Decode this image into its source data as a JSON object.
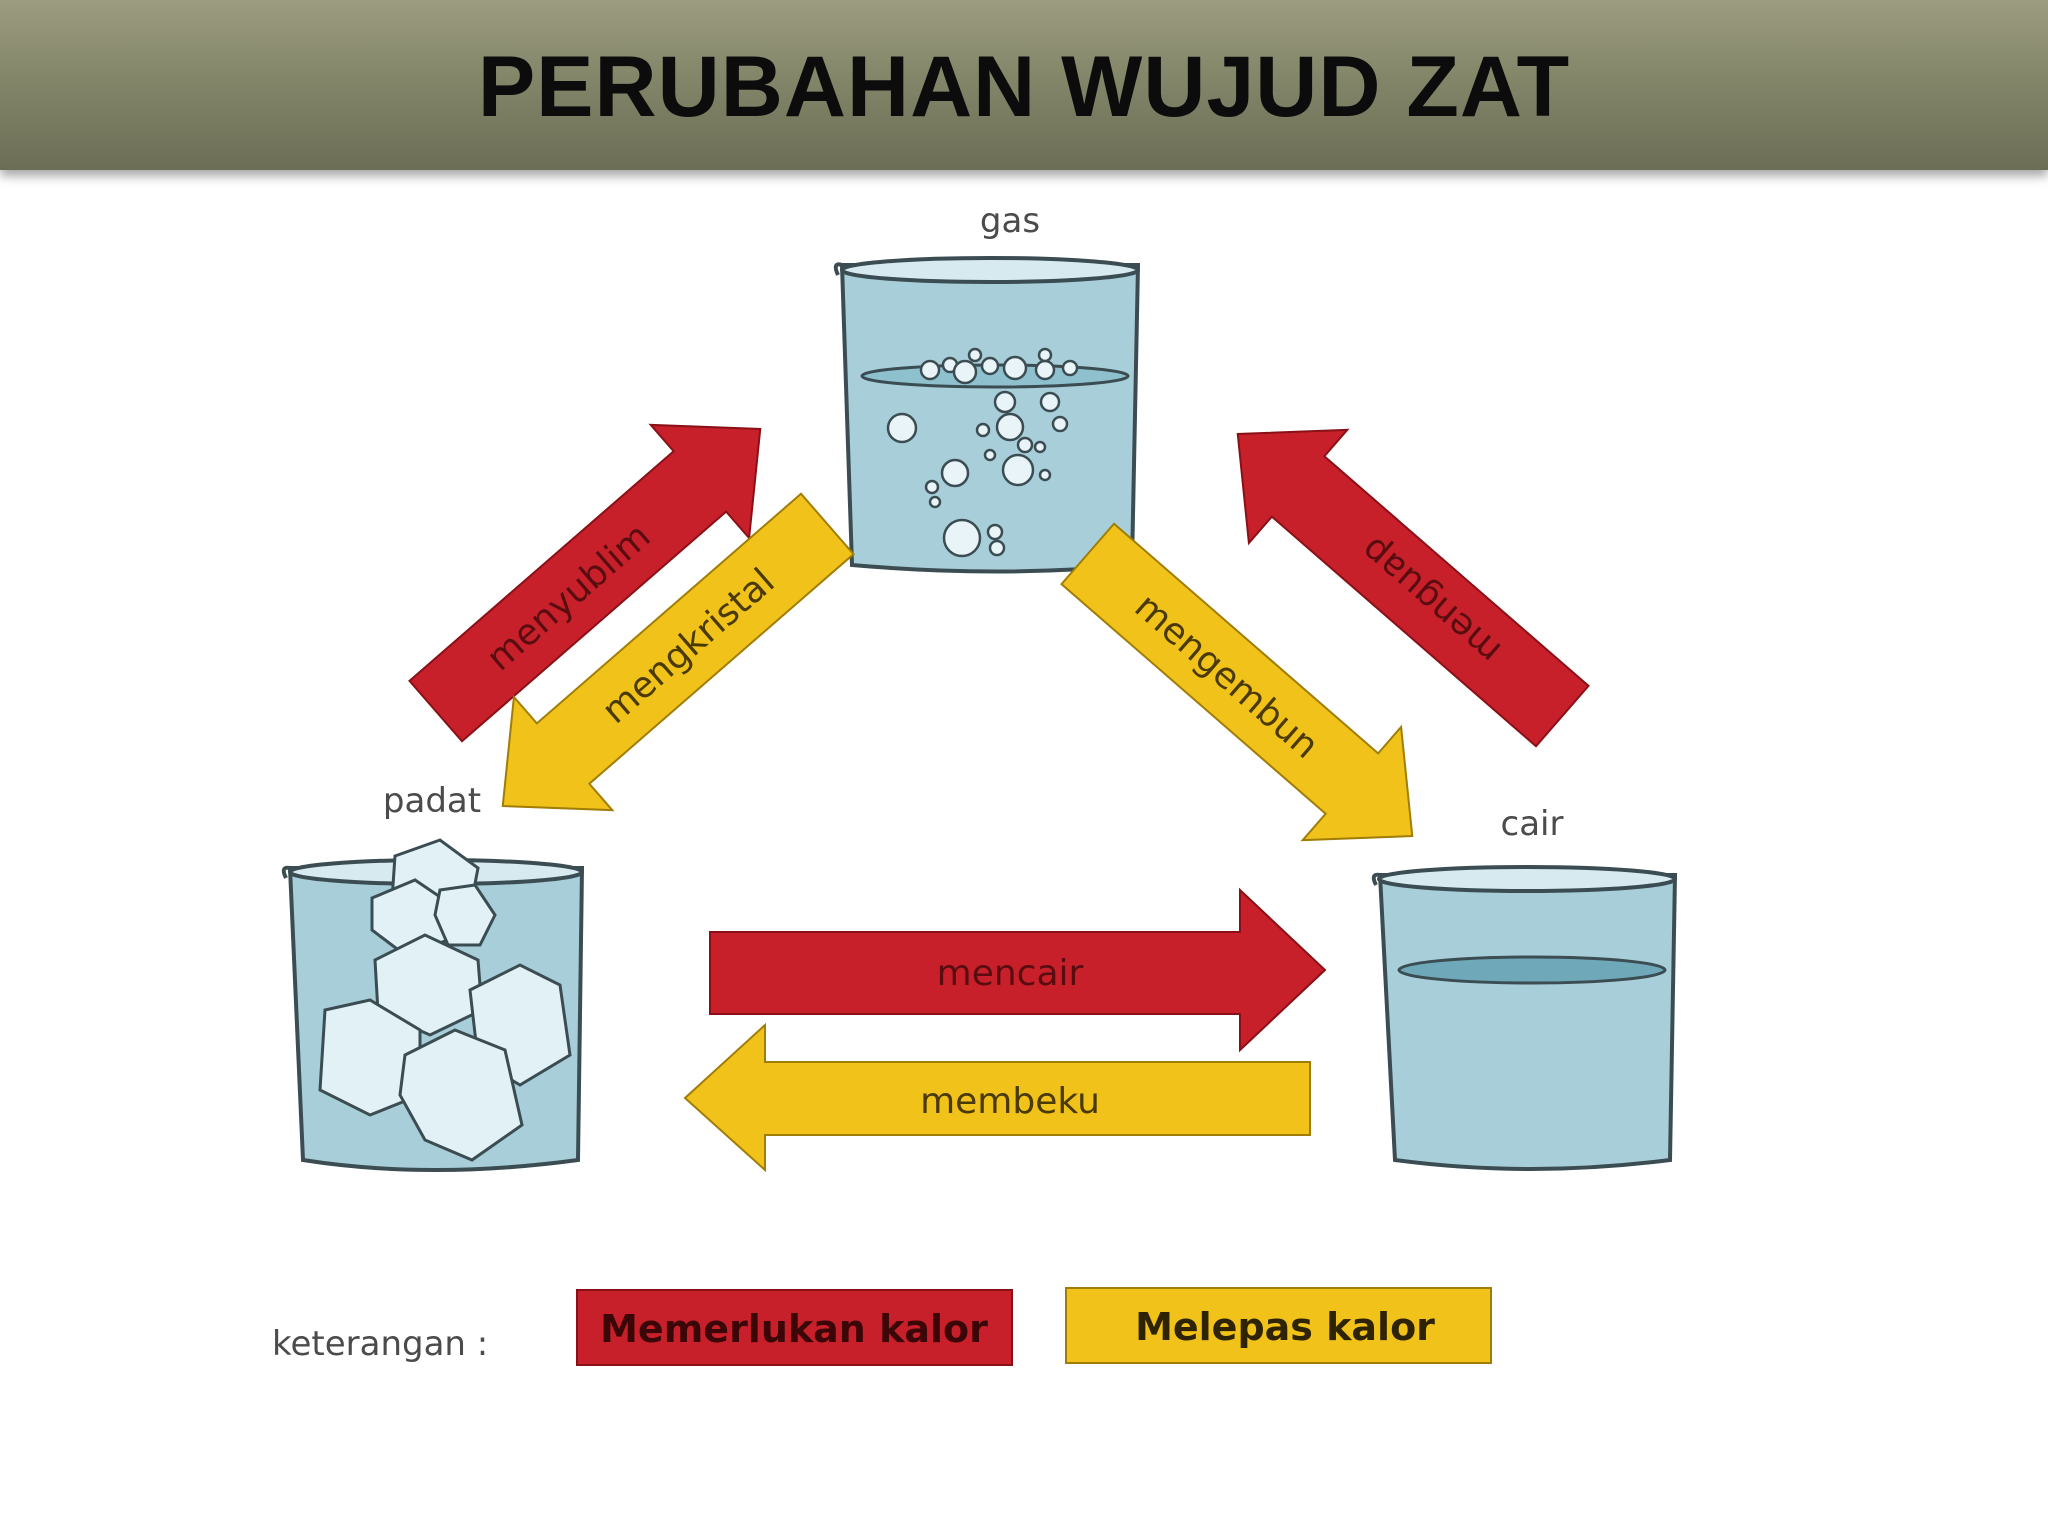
{
  "title": "PERUBAHAN WUJUD ZAT",
  "states": {
    "gas": "gas",
    "solid": "padat",
    "liquid": "cair"
  },
  "transitions": {
    "sublimation": "menyublim",
    "deposition": "mengkristal",
    "evaporation": "menguap",
    "condensation": "mengembun",
    "melting": "mencair",
    "freezing": "membeku"
  },
  "legend": {
    "label": "keterangan :",
    "red": "Memerlukan kalor",
    "yellow": "Melepas kalor"
  },
  "colors": {
    "red": "#c8202a",
    "yellow": "#f1c21a",
    "water": "#a8cfd9",
    "water_dark": "#7eb3c2",
    "outline": "#3b4d52"
  }
}
